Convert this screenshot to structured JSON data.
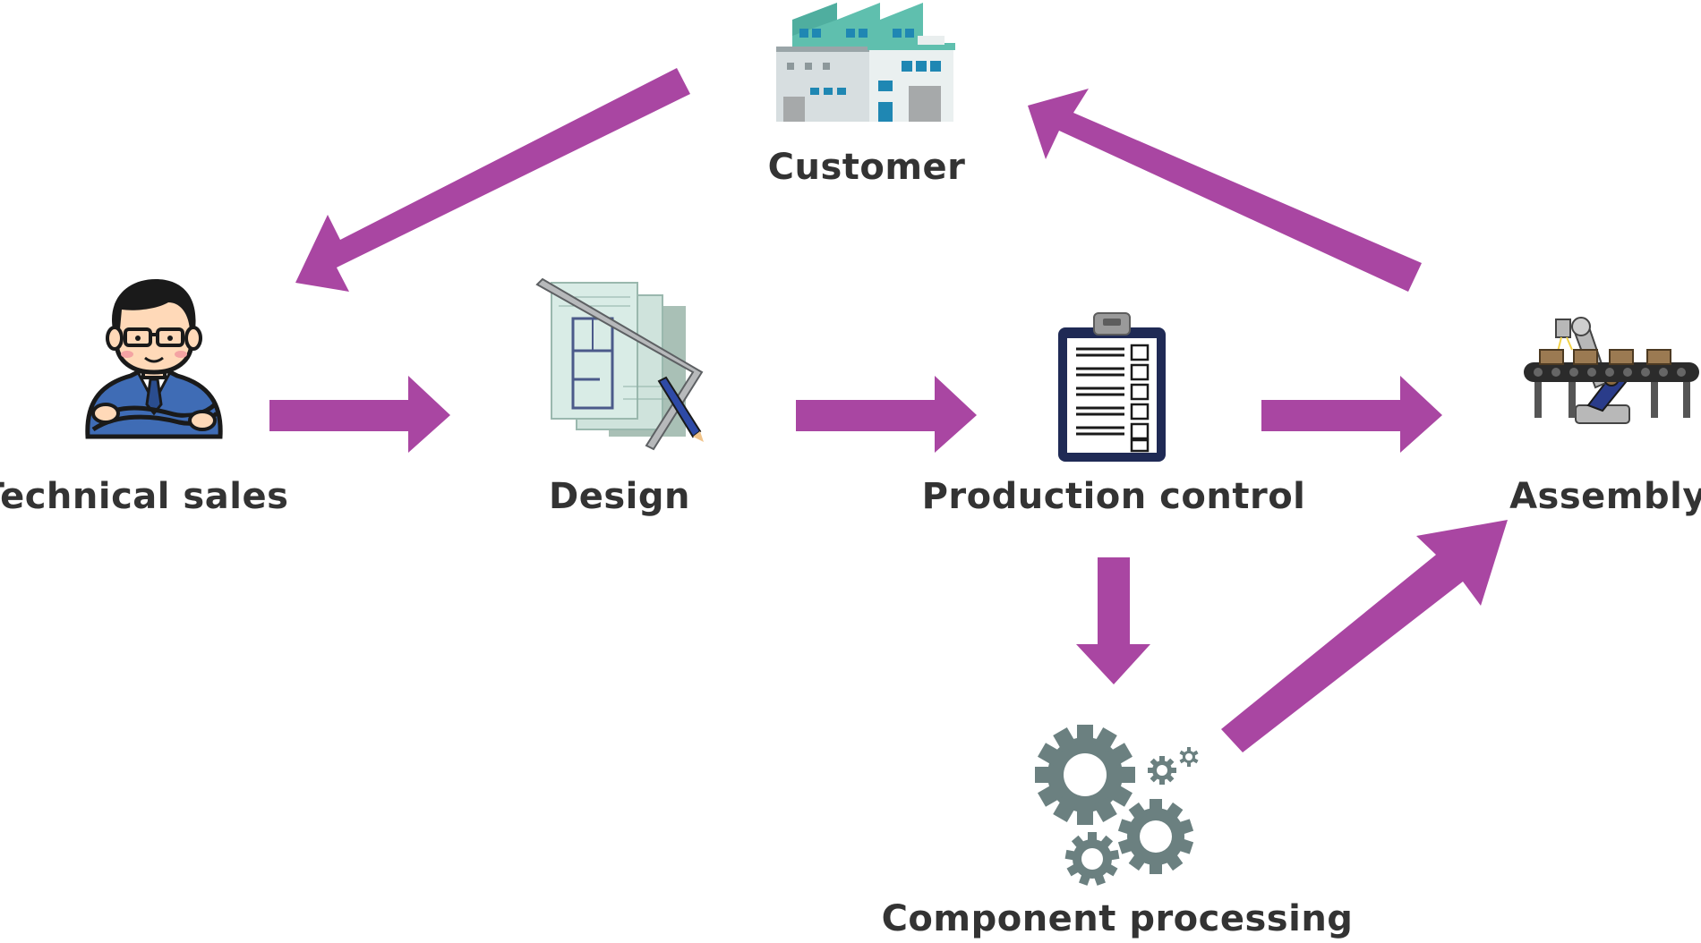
{
  "colors": {
    "arrow": "#a946a2",
    "text": "#333333",
    "gear": "#6b8080",
    "teal": "#4fb8a8",
    "navy": "#2b3f7a",
    "clipboard": "#1f2a55"
  },
  "nodes": {
    "customer": {
      "label": "Customer",
      "icon": "factory-icon"
    },
    "technical_sales": {
      "label": "Technical sales",
      "icon": "salesperson-icon"
    },
    "design": {
      "label": "Design",
      "icon": "blueprint-icon"
    },
    "production_control": {
      "label": "Production control",
      "icon": "clipboard-checklist-icon"
    },
    "assembly": {
      "label": "Assembly",
      "icon": "robot-conveyor-icon"
    },
    "component_processing": {
      "label": "Component processing",
      "icon": "gears-icon"
    }
  },
  "edges": [
    {
      "from": "customer",
      "to": "technical_sales"
    },
    {
      "from": "technical_sales",
      "to": "design"
    },
    {
      "from": "design",
      "to": "production_control"
    },
    {
      "from": "production_control",
      "to": "assembly"
    },
    {
      "from": "production_control",
      "to": "component_processing"
    },
    {
      "from": "component_processing",
      "to": "assembly"
    },
    {
      "from": "assembly",
      "to": "customer"
    }
  ]
}
